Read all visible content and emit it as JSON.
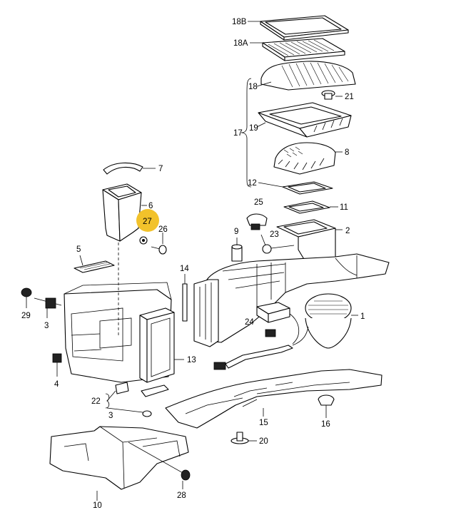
{
  "diagram": {
    "highlight_color": "#f2c22b",
    "highlighted_label": "27",
    "labels": {
      "p1": "1",
      "p2": "2",
      "p3a": "3",
      "p3b": "3",
      "p4": "4",
      "p5": "5",
      "p6": "6",
      "p7": "7",
      "p8": "8",
      "p9": "9",
      "p10": "10",
      "p11": "11",
      "p12": "12",
      "p13": "13",
      "p14": "14",
      "p15": "15",
      "p16": "16",
      "p17": "17",
      "p18": "18",
      "p18a": "18A",
      "p18b": "18B",
      "p19": "19",
      "p20": "20",
      "p21": "21",
      "p22": "22",
      "p23": "23",
      "p24": "24",
      "p25": "25",
      "p26": "26",
      "p27": "27",
      "p28": "28",
      "p29": "29"
    }
  }
}
